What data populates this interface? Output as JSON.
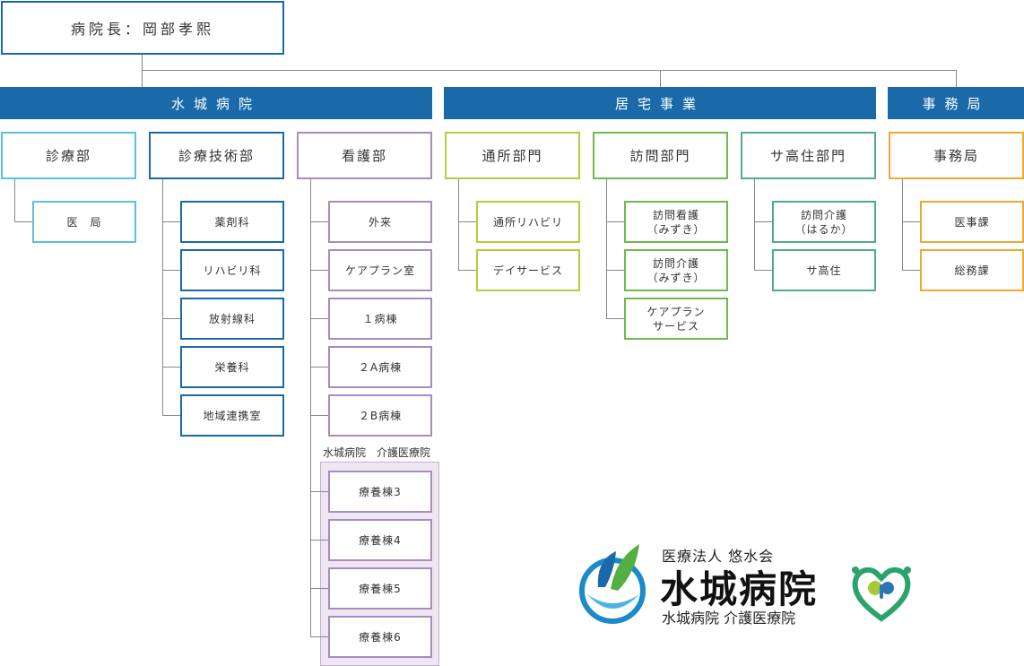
{
  "director": "病院長：岡部孝熙",
  "bands": {
    "hospital": "水城病院",
    "home": "居宅事業",
    "office": "事務局"
  },
  "departments": {
    "medical": "診療部",
    "technical": "診療技術部",
    "nursing": "看護部",
    "daycare": "通所部門",
    "visit": "訪問部門",
    "housing": "サ高住部門",
    "admin": "事務局"
  },
  "medical_units": [
    "医　局"
  ],
  "technical_units": [
    "薬剤科",
    "リハビリ科",
    "放射線科",
    "栄養科",
    "地域連携室"
  ],
  "nursing_units": [
    "外来",
    "ケアプラン室",
    "１病棟",
    "２A病棟",
    "２B病棟"
  ],
  "care_hospital_label": "水城病院　介護医療院",
  "care_units": [
    "療養棟3",
    "療養棟4",
    "療養棟5",
    "療養棟6"
  ],
  "daycare_units": [
    "通所リハビリ",
    "デイサービス"
  ],
  "visit_units": [
    "訪問看護\n（みずき）",
    "訪問介護\n（みずき）",
    "ケアプラン\nサービス"
  ],
  "housing_units": [
    "訪問介護\n（はるか）",
    "サ高住"
  ],
  "admin_units": [
    "医事課",
    "総務課"
  ],
  "logo": {
    "corp": "医療法人 悠水会",
    "name": "水城病院",
    "sub": "水城病院 介護医療院"
  },
  "colors": {
    "primary": "#1a6aaa",
    "medical": "#5bbfdf",
    "technical": "#1a6aaa",
    "nursing": "#a98bbd",
    "daycare": "#b5cc3c",
    "visit": "#6fba4e",
    "housing": "#4fae85",
    "admin": "#f0a830"
  }
}
